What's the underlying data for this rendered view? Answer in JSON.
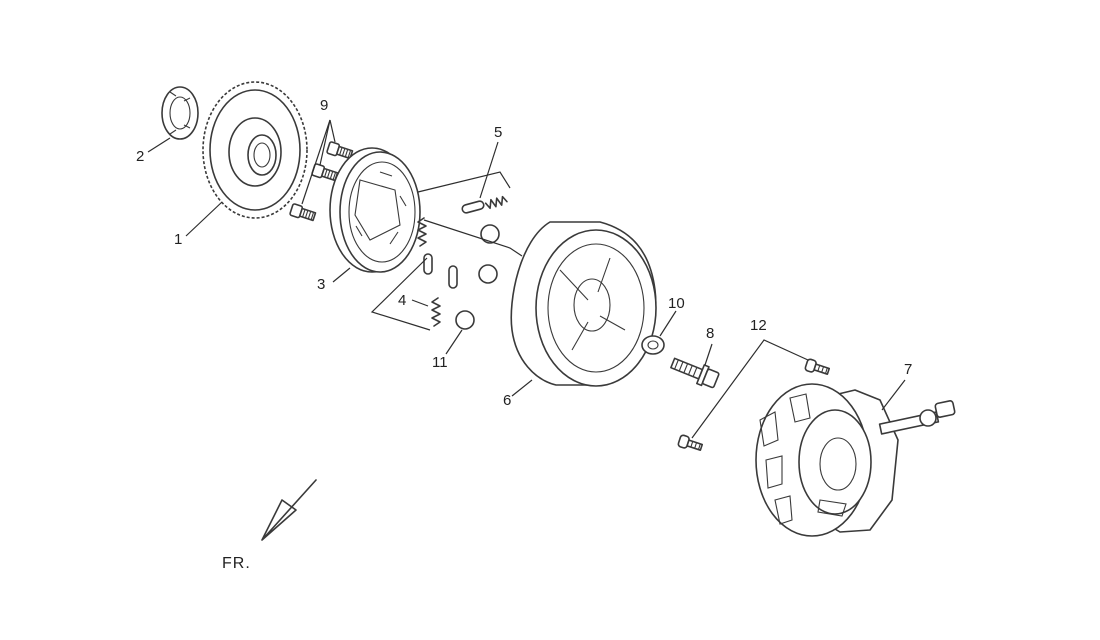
{
  "callouts": {
    "c1": "1",
    "c2": "2",
    "c3": "3",
    "c4": "4",
    "c5": "5",
    "c6": "6",
    "c7": "7",
    "c8": "8",
    "c9": "9",
    "c10": "10",
    "c11": "11",
    "c12": "12"
  },
  "direction_label": "FR."
}
